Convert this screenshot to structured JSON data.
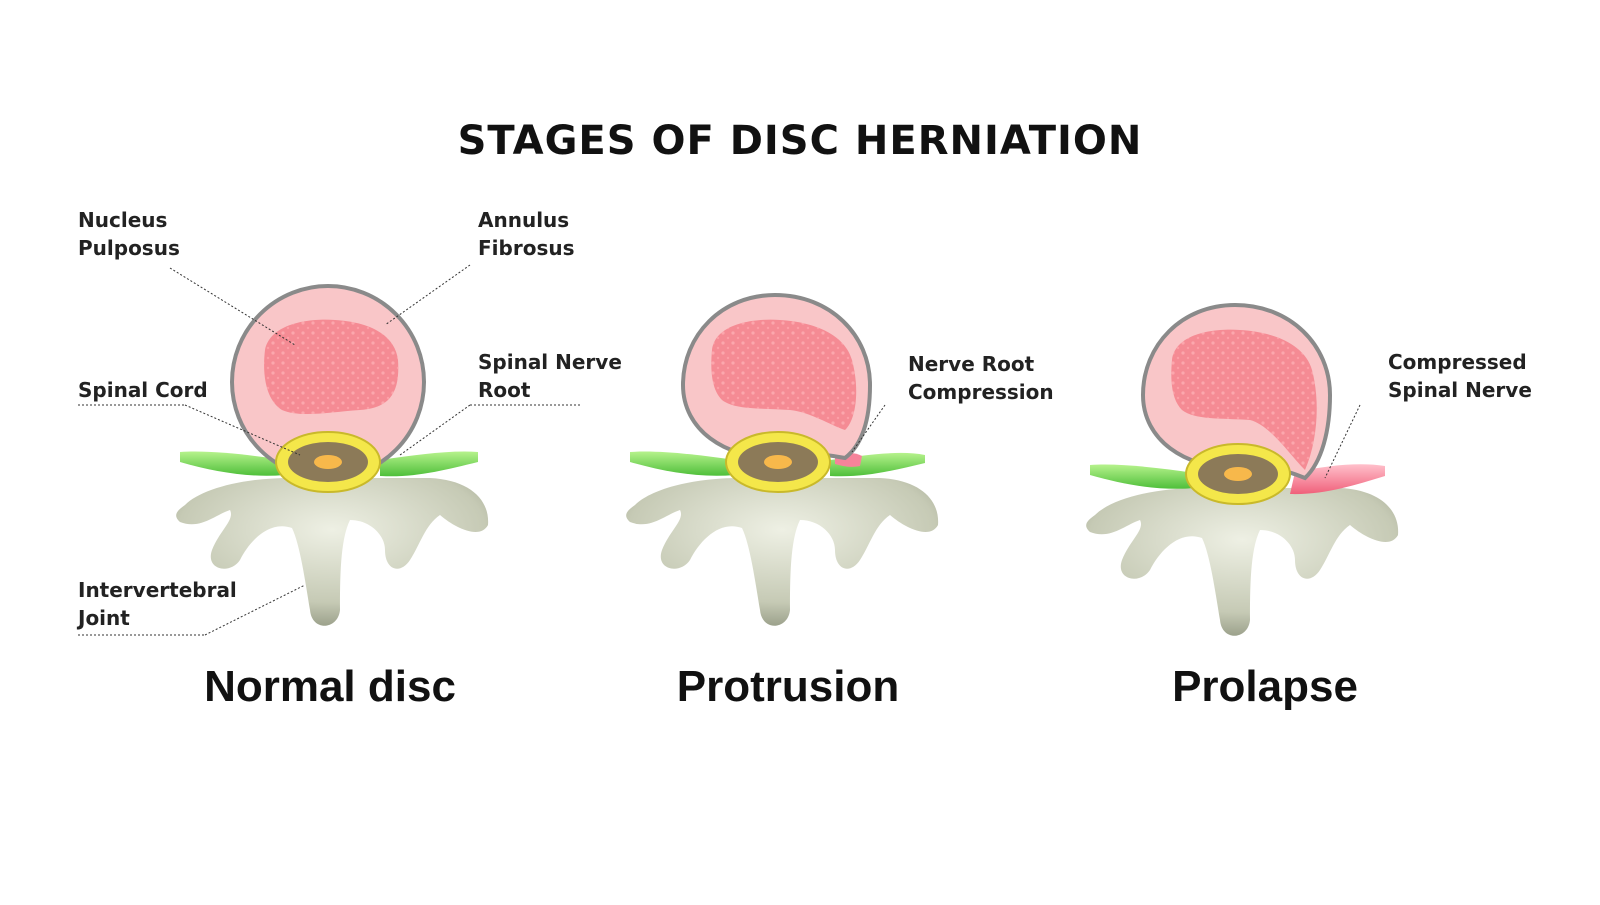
{
  "title": "STAGES OF DISC HERNIATION",
  "stages": [
    {
      "name": "Normal disc",
      "labels": {
        "nucleus": "Nucleus\nPulposus",
        "annulus": "Annulus\nFibrosus",
        "spinal_cord": "Spinal Cord",
        "nerve_root": "Spinal Nerve\nRoot",
        "joint": "Intervertebral\nJoint"
      }
    },
    {
      "name": "Protrusion",
      "labels": {
        "compression": "Nerve Root\nCompression"
      }
    },
    {
      "name": "Prolapse",
      "labels": {
        "compressed": "Compressed\nSpinal Nerve"
      }
    }
  ],
  "colors": {
    "nucleus": "#f58b94",
    "annulus": "#f9c6c8",
    "outline": "#8a8a8a",
    "vertebra": "#cfd3c2",
    "nerve": "#7ed957",
    "cord_ring": "#f4e74a",
    "cord_center": "#f7b84b",
    "compressed_nerve": "#f6839a"
  }
}
